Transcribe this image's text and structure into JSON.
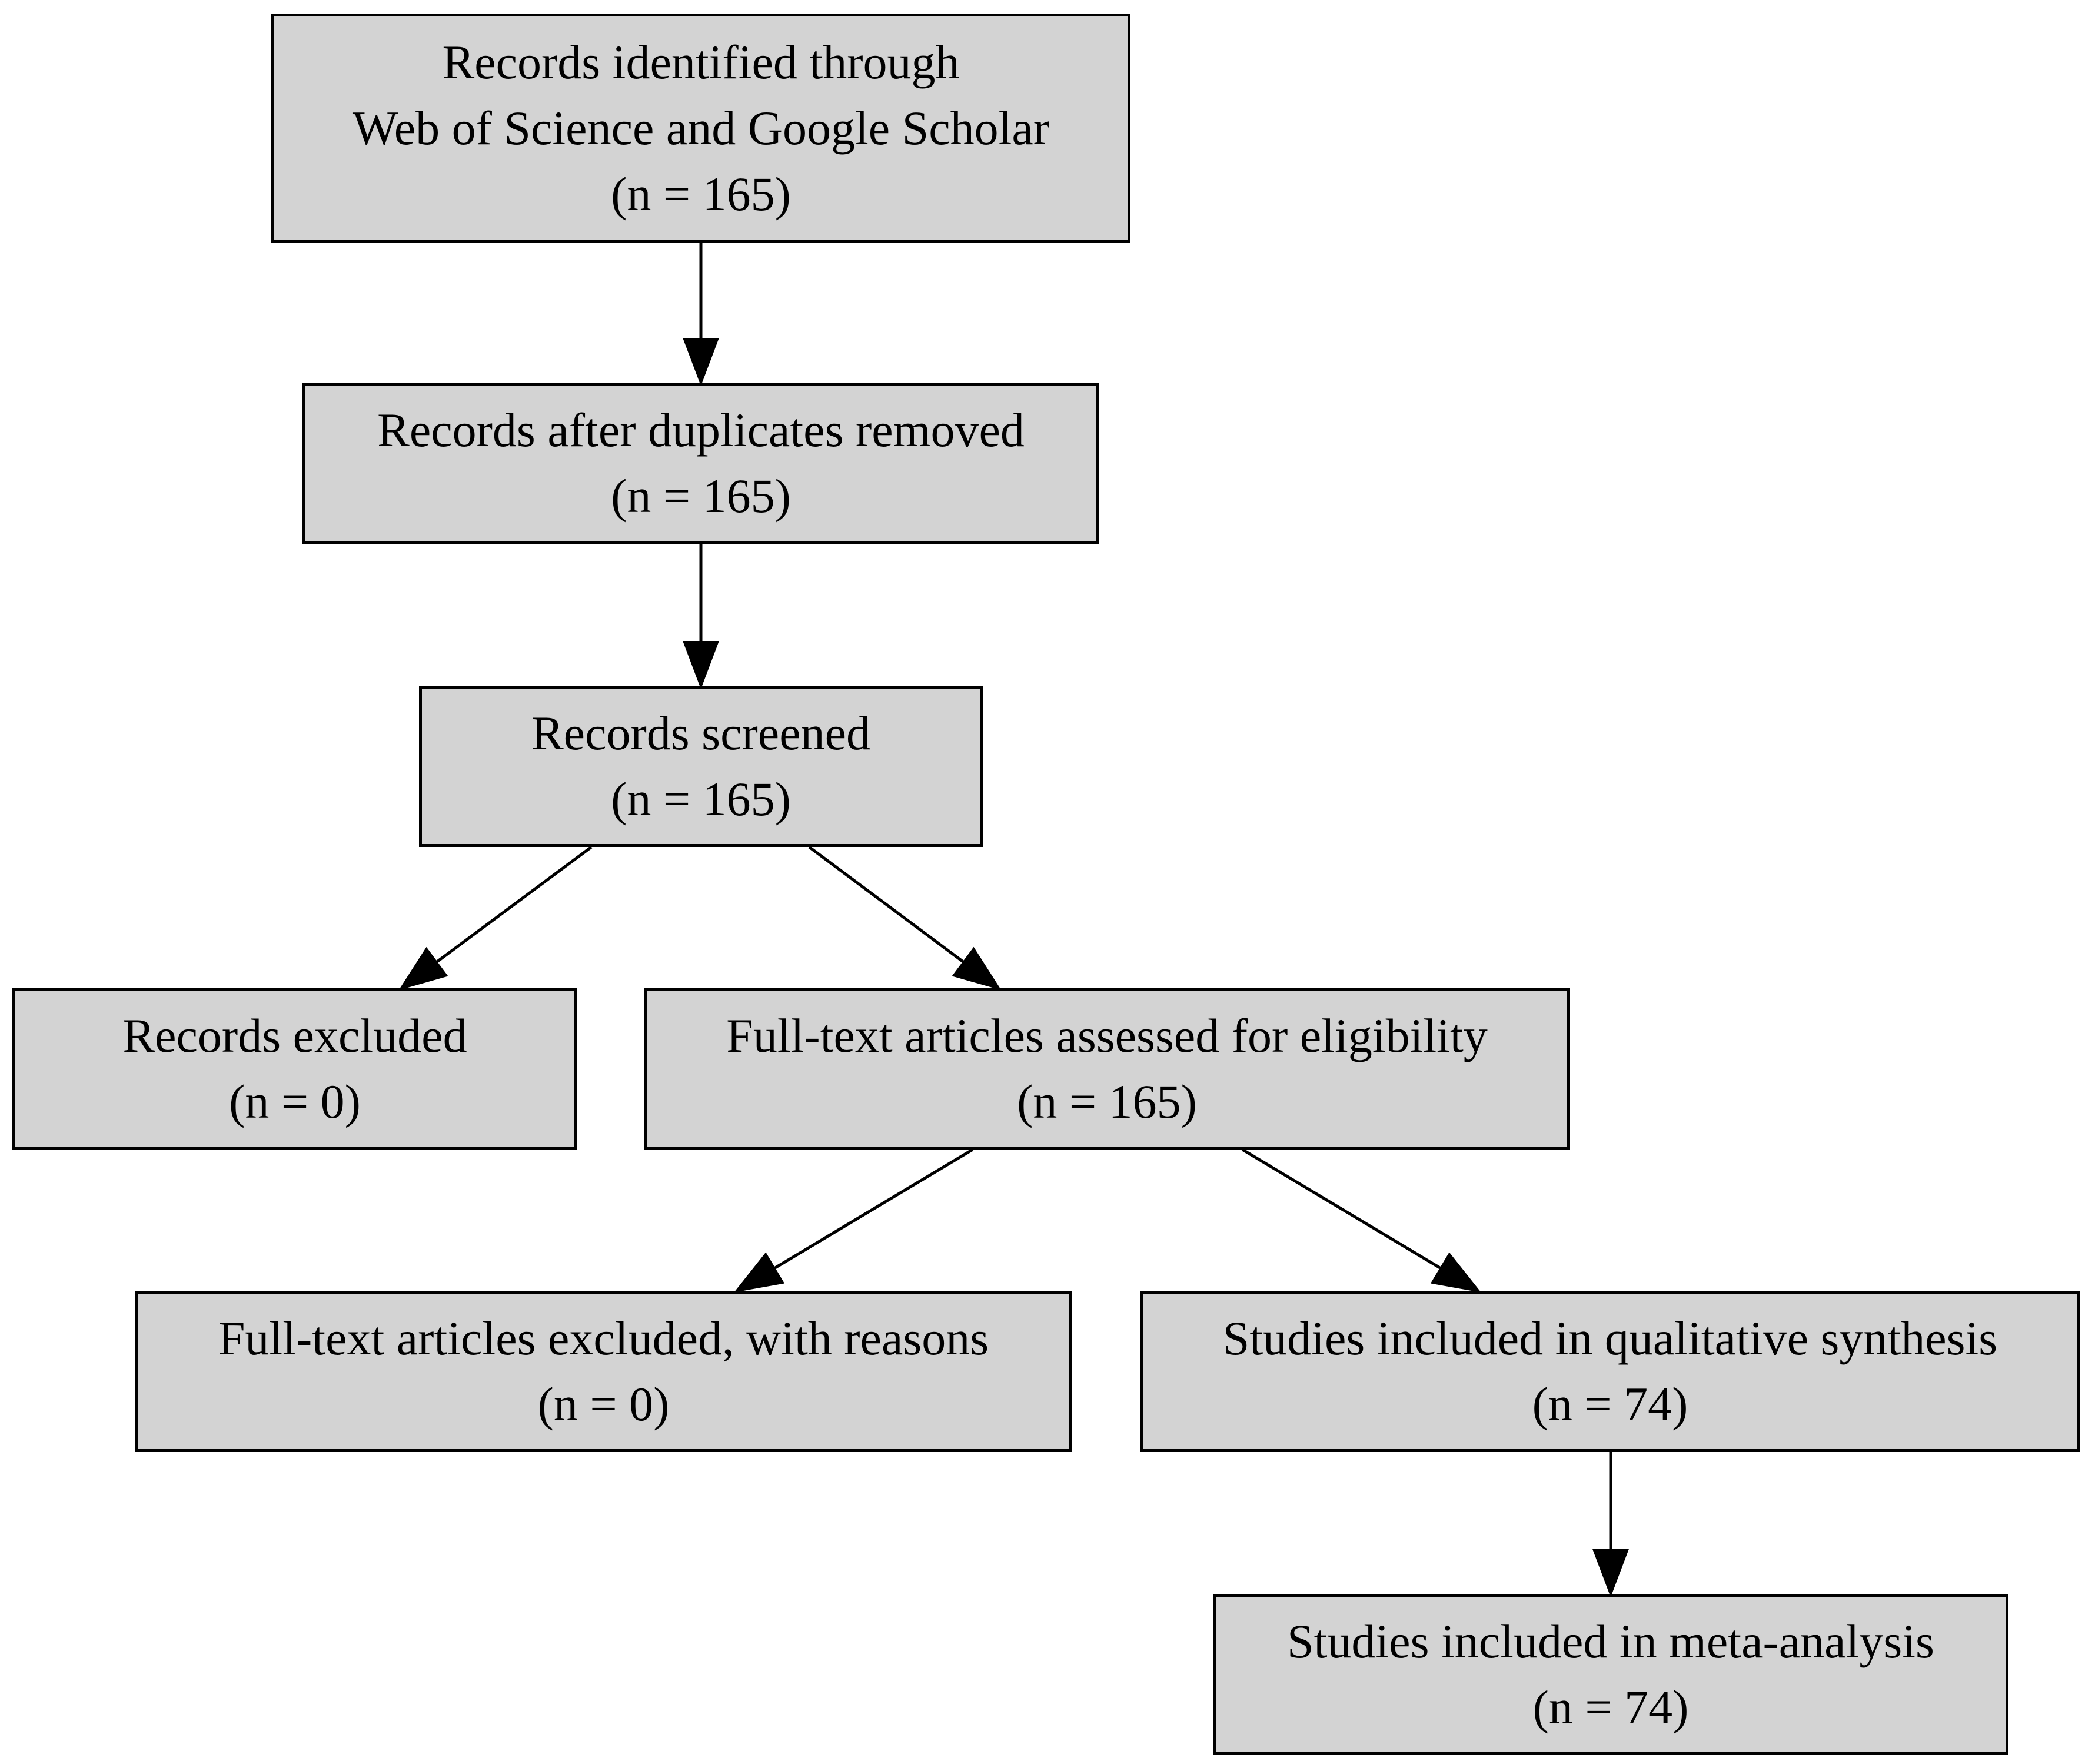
{
  "colors": {
    "box_fill": "#d3d3d3",
    "box_border": "#000000",
    "arrow": "#000000",
    "background": "#ffffff"
  },
  "nodes": {
    "identified": {
      "line1": "Records identified through",
      "line2": "Web of Science and Google Scholar",
      "count": "(n = 165)"
    },
    "dedup": {
      "line1": "Records after duplicates removed",
      "count": "(n = 165)"
    },
    "screened": {
      "line1": "Records screened",
      "count": "(n = 165)"
    },
    "excluded": {
      "line1": "Records excluded",
      "count": "(n = 0)"
    },
    "fulltext": {
      "line1": "Full-text articles assessed for eligibility",
      "count": "(n = 165)"
    },
    "fulltext_excluded": {
      "line1": "Full-text articles excluded, with reasons",
      "count": "(n = 0)"
    },
    "qualitative": {
      "line1": "Studies included in qualitative synthesis",
      "count": "(n = 74)"
    },
    "meta": {
      "line1": "Studies included in meta-analysis",
      "count": "(n = 74)"
    }
  },
  "edges": [
    {
      "from": "identified",
      "to": "dedup"
    },
    {
      "from": "dedup",
      "to": "screened"
    },
    {
      "from": "screened",
      "to": "excluded"
    },
    {
      "from": "screened",
      "to": "fulltext"
    },
    {
      "from": "fulltext",
      "to": "fulltext_excluded"
    },
    {
      "from": "fulltext",
      "to": "qualitative"
    },
    {
      "from": "qualitative",
      "to": "meta"
    }
  ]
}
